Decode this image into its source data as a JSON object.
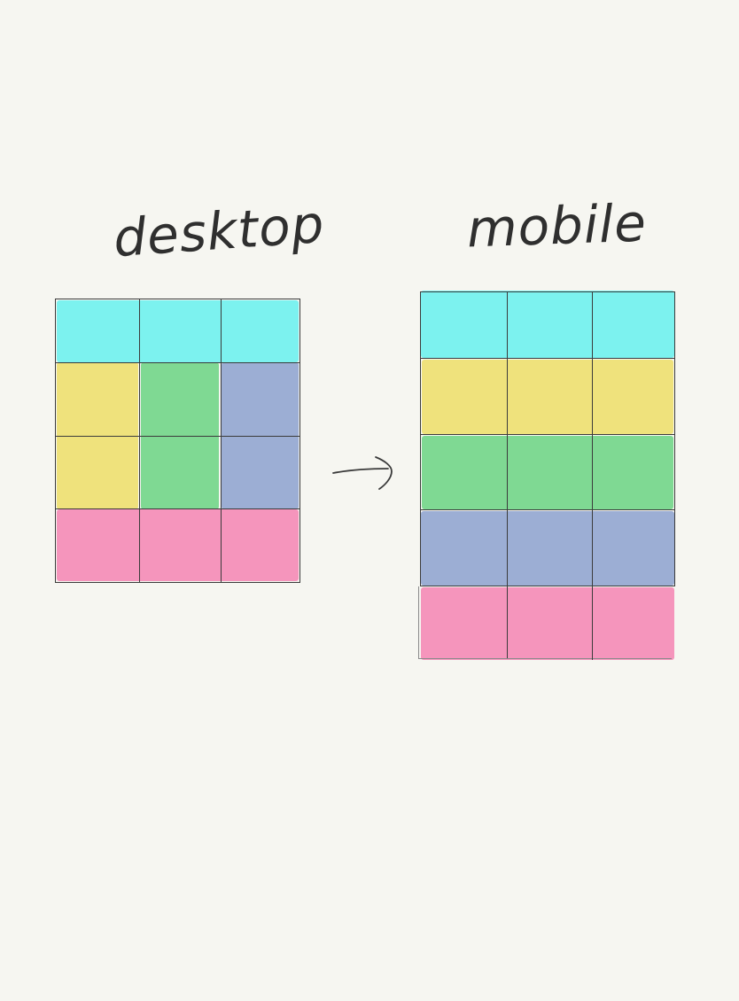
{
  "labels": {
    "desktop": "desktop",
    "mobile": "mobile"
  },
  "colors": {
    "background": "#f6f6f1",
    "cyan": "#7cf2ef",
    "yellow": "#efe27c",
    "green": "#7fd993",
    "blue": "#9caed4",
    "pink": "#f595bc",
    "ink": "#2f2f2f"
  },
  "desktop_layout": {
    "columns": 3,
    "rows": 4,
    "blocks": [
      "cyan",
      "yellow",
      "green",
      "blue",
      "pink"
    ]
  },
  "mobile_layout": {
    "columns": 3,
    "rows": 5,
    "blocks": [
      "cyan",
      "yellow",
      "green",
      "blue",
      "pink"
    ]
  },
  "connector": "arrow-right-icon"
}
